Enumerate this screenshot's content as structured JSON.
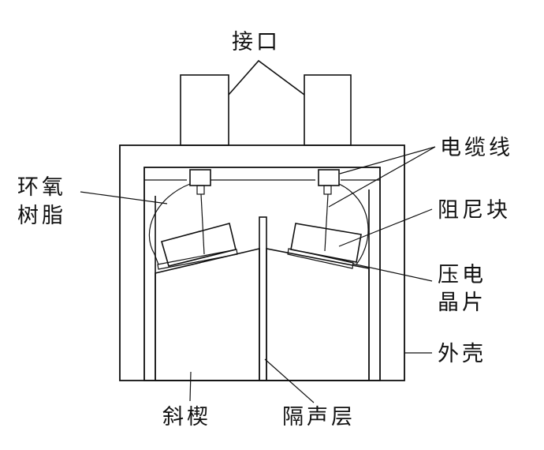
{
  "labels": {
    "interface": "接口",
    "cable": "电缆线",
    "epoxy_line1": "环氧",
    "epoxy_line2": "树脂",
    "damping_block": "阻尼块",
    "piezo_line1": "压电",
    "piezo_line2": "晶片",
    "shell": "外壳",
    "wedge": "斜楔",
    "sound_barrier": "隔声层"
  }
}
